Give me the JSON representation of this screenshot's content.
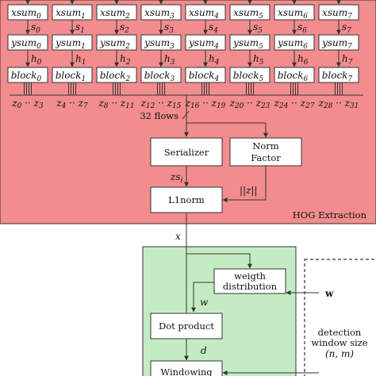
{
  "colors": {
    "hog_fill": "#f28c8e",
    "svm_fill": "#c4ecc4",
    "box_stroke": "#333333"
  },
  "xsum": [
    "xsum0",
    "xsum1",
    "xsum2",
    "xsum3",
    "xsum4",
    "xsum5",
    "xsum6",
    "xsum7"
  ],
  "xsum_base": "xsum",
  "ysum_base": "ysum",
  "block_base": "block",
  "s_labels": [
    "s0",
    "s1",
    "s2",
    "s3",
    "s4",
    "s5",
    "s6",
    "s7"
  ],
  "h_labels": [
    "h0",
    "h1",
    "h2",
    "h3",
    "h4",
    "h5",
    "h6",
    "h7"
  ],
  "z_ranges": [
    {
      "a": "z",
      "as": "0",
      "b": "z",
      "bs": "3"
    },
    {
      "a": "z",
      "as": "4",
      "b": "z",
      "bs": "7"
    },
    {
      "a": "z",
      "as": "8",
      "b": "z",
      "bs": "11"
    },
    {
      "a": "z",
      "as": "12",
      "b": "z",
      "bs": "15"
    },
    {
      "a": "z",
      "as": "16",
      "b": "z",
      "bs": "19"
    },
    {
      "a": "z",
      "as": "20",
      "b": "z",
      "bs": "23"
    },
    {
      "a": "z",
      "as": "24",
      "b": "z",
      "bs": "27"
    },
    {
      "a": "z",
      "as": "28",
      "b": "z",
      "bs": "31"
    }
  ],
  "z_sep": "··",
  "flows_label": "32 flows",
  "serializer": "Serializer",
  "norm_factor": [
    "Norm",
    "Factor"
  ],
  "zs_label": "zs",
  "zs_sub": "i",
  "znorm_label": "||z||",
  "l1norm": "L1norm",
  "hog_label": "HOG Extraction",
  "x_label": "x",
  "weigth": [
    "weigth",
    "distribution"
  ],
  "w_bold": "w",
  "w_italic": "w",
  "dot_product": "Dot product",
  "d_label": "d",
  "windowing": "Windowing",
  "detection": [
    "detection",
    "window size",
    "(n, m)"
  ]
}
